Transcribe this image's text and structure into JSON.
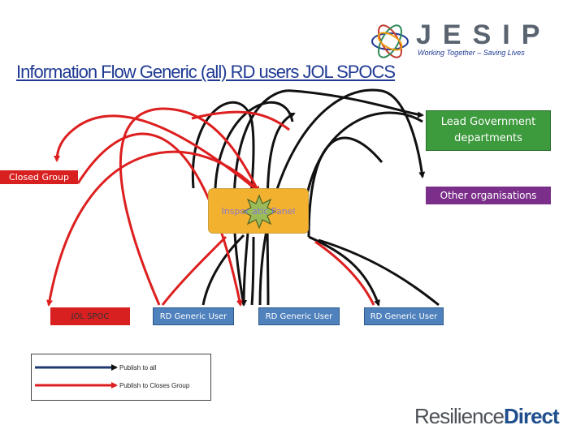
{
  "title": "Information Flow Generic (all) RD users JOL SPOCS",
  "logos": {
    "jesip_word": "JESIP",
    "jesip_tagline": "Working Together – Saving Lives",
    "rd_part1": "Resilience",
    "rd_part2": "Direct"
  },
  "nodes": {
    "lead_government": "Lead Government departments",
    "closed_group": "Closed Group",
    "other_organisations": "Other organisations",
    "panel": "Inspor atic Panel",
    "jol_spoc": "JOL SPOC",
    "users": [
      "RD Generic User",
      "RD Generic User",
      "RD Generic User"
    ]
  },
  "legend": {
    "publish_all": "Publish to all",
    "publish_closed": "Publish to Closes Group"
  },
  "colors": {
    "black_arrow": "#111111",
    "red_arrow": "#dd1f1f",
    "legend_blue": "#1f3a70",
    "panel": "#f2b12e",
    "lead": "#3d9a3d",
    "other": "#7b2f8a",
    "user": "#4f81bd",
    "closed": "#d82020"
  }
}
